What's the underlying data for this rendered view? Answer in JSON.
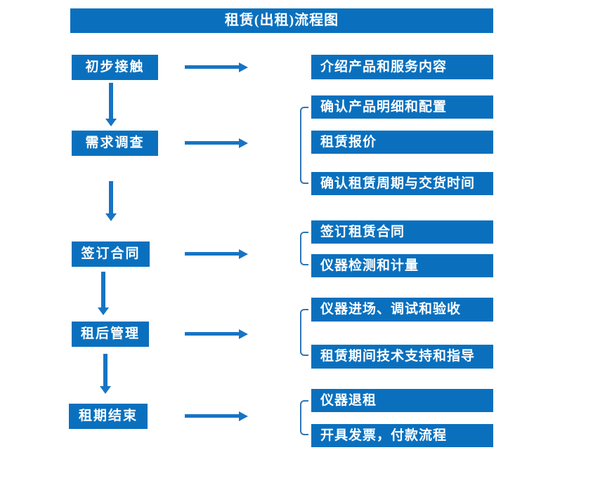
{
  "title": "租赁(出租)流程图",
  "colors": {
    "box_blue": "#0a70be",
    "arrow_blue": "#1774c4",
    "bracket_blue": "#2e75b6",
    "text": "#ffffff",
    "background": "#ffffff"
  },
  "flow": {
    "rows": [
      {
        "step": "初步接触",
        "details": [
          "介绍产品和服务内容"
        ]
      },
      {
        "step": "需求调查",
        "details": [
          "确认产品明细和配置",
          "租赁报价",
          "确认租赁周期与交货时间"
        ]
      },
      {
        "step": "签订合同",
        "details": [
          "签订租赁合同",
          "仪器检测和计量"
        ]
      },
      {
        "step": "租后管理",
        "details": [
          "仪器进场、调试和验收",
          "租赁期间技术支持和指导"
        ]
      },
      {
        "step": "租期结束",
        "details": [
          "仪器退租",
          "开具发票，付款流程"
        ]
      }
    ]
  }
}
